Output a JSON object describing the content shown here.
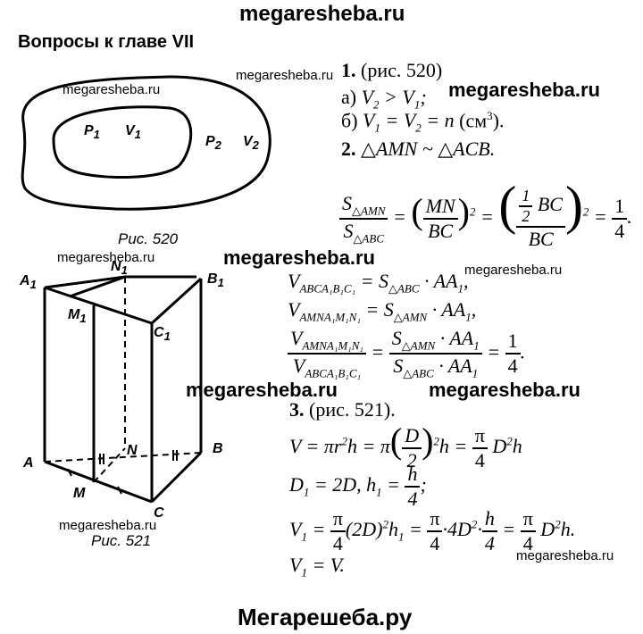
{
  "watermarks": {
    "site": "megaresheba.ru",
    "footer": "Мегарешеба.ру"
  },
  "heading": "Вопросы к главе VII",
  "figure520": {
    "caption": "Рис. 520",
    "labels": [
      "P1",
      "V1",
      "P2",
      "V2"
    ]
  },
  "figure521": {
    "caption": "Рис. 521",
    "vertices": [
      "A1",
      "N1",
      "B1",
      "M1",
      "C1",
      "A",
      "N",
      "B",
      "M",
      "C"
    ]
  },
  "q1": {
    "head": "1.",
    "ref": "(рис. 520)",
    "a_prefix": "а)",
    "a_expr": "V2 > V1;",
    "b_prefix": "б)",
    "b_expr": "V1 = V2 = n (см3)."
  },
  "q2": {
    "head": "2.",
    "similar": "△AMN ~ △ACB.",
    "ratio_result": "1/4",
    "vol1": "V ABCA1B1C1 = S△ABC · AA1,",
    "vol2": "V AMNA1M1N1 = S△AMN · AA1,",
    "vol_ratio_result": "1/4"
  },
  "q3": {
    "head": "3.",
    "ref": "(рис. 521).",
    "line1": "V = πr²h = π(D/2)²h = π/4 D²h",
    "line2": "D1 = 2D, h1 = h/4;",
    "line3": "V1 = π/4(2D)²h1 = π/4·4D²·h/4 = π/4 D²h.",
    "line4": "V1 = V."
  }
}
